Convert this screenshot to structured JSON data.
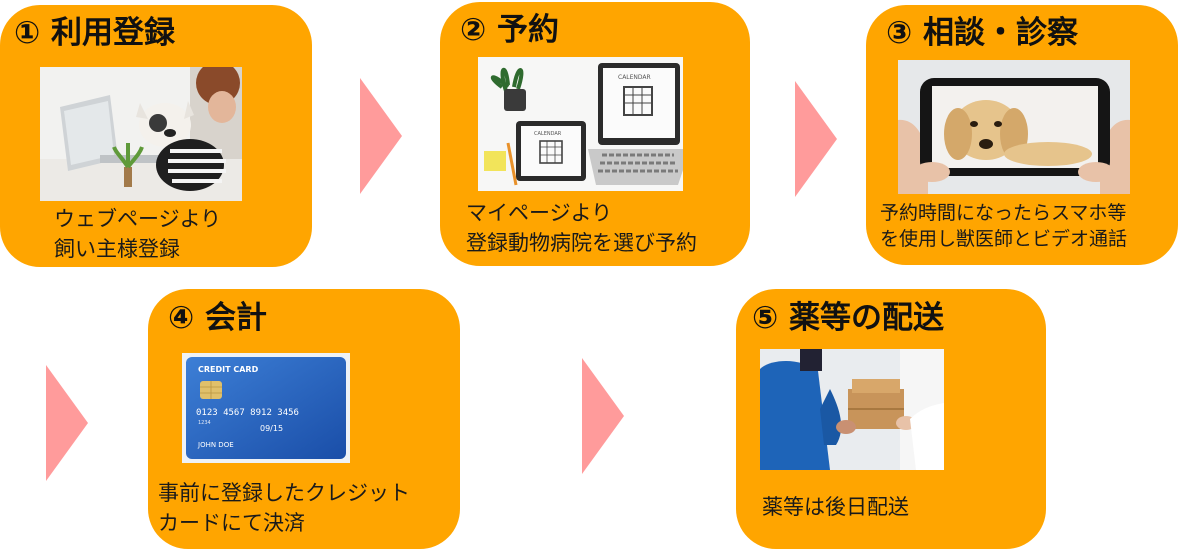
{
  "colors": {
    "card": "#ffa500",
    "arrow": "#ff9b9b",
    "background": "#ffffff"
  },
  "steps": [
    {
      "title": "① 利用登録",
      "lines": [
        "ウェブページより",
        "飼い主様登録"
      ],
      "image": "woman-with-dog-at-laptop-photo"
    },
    {
      "title": "② 予約",
      "lines": [
        "マイページより",
        "登録動物病院を選び予約"
      ],
      "image": "calendar-on-laptop-and-tablet-photo",
      "image_text": {
        "calendar_label": "CALENDAR"
      }
    },
    {
      "title": "③ 相談・診察",
      "lines": [
        "予約時間になったらスマホ等",
        "を使用し獣医師とビデオ通話"
      ],
      "image": "dog-on-smartphone-screen-photo"
    },
    {
      "title": "④ 会計",
      "lines": [
        "事前に登録したクレジット",
        "カードにて決済"
      ],
      "image": "credit-card-photo",
      "image_text": {
        "card_label": "CREDIT CARD",
        "card_number": "0123 4567 8912 3456",
        "card_small": "1234",
        "card_expiry": "09/15",
        "card_holder": "JOHN DOE"
      }
    },
    {
      "title": "⑤ 薬等の配送",
      "lines": [
        "薬等は後日配送"
      ],
      "image": "courier-delivering-box-photo"
    }
  ],
  "arrows": [
    "chevron-right-icon",
    "chevron-right-icon",
    "chevron-right-icon",
    "chevron-right-icon"
  ]
}
